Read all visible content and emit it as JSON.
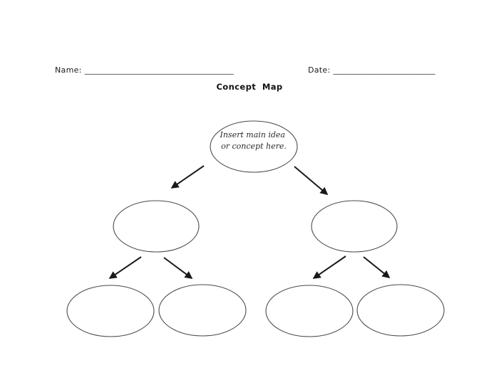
{
  "header": {
    "name_label": "Name:",
    "name_line": "______________________________________",
    "date_label": "Date:",
    "date_line": "__________________________",
    "title": "Concept  Map"
  },
  "diagram": {
    "main_node": {
      "line1": "Insert main idea",
      "line2": "or concept here."
    },
    "colors": {
      "background": "#ffffff",
      "ellipse_stroke": "#4a4a4a",
      "arrow": "#1a1a1a",
      "node_text": "#2b2b2b",
      "header_text": "#1a1a1a"
    }
  }
}
